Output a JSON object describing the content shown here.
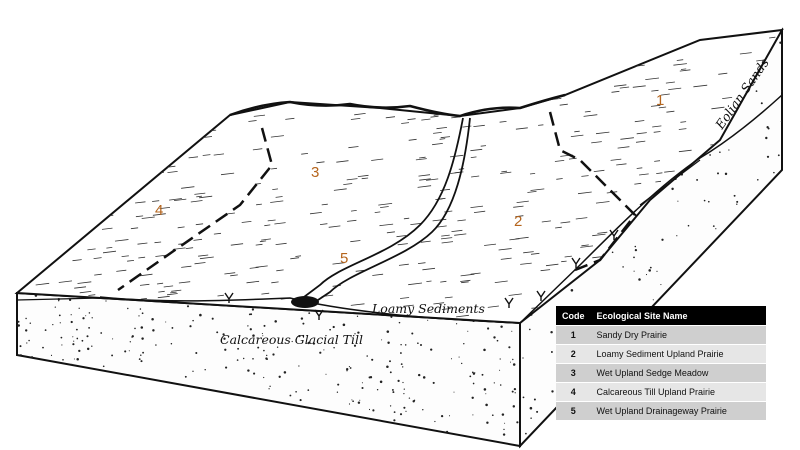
{
  "zones": [
    {
      "code": "1",
      "name": "Sandy Dry Prairie"
    },
    {
      "code": "2",
      "name": "Loamy Sediment  Upland Prairie"
    },
    {
      "code": "3",
      "name": "Wet Upland Sedge Meadow"
    },
    {
      "code": "4",
      "name": "Calcareous Till Upland Prairie"
    },
    {
      "code": "5",
      "name": "Wet Upland Drainageway Prairie"
    }
  ],
  "layers": {
    "eolian": "Eolian Sands",
    "loamy": "Loamy Sediments",
    "till": "Calcareous Glacial Till"
  },
  "legend": {
    "code_header": "Code",
    "name_header": "Ecological Site Name"
  },
  "colors": {
    "zone_number": "#b5651d",
    "legend_header": "#000000",
    "legend_row_dark": "#cfcfcf",
    "legend_row_light": "#e6e6e6"
  }
}
